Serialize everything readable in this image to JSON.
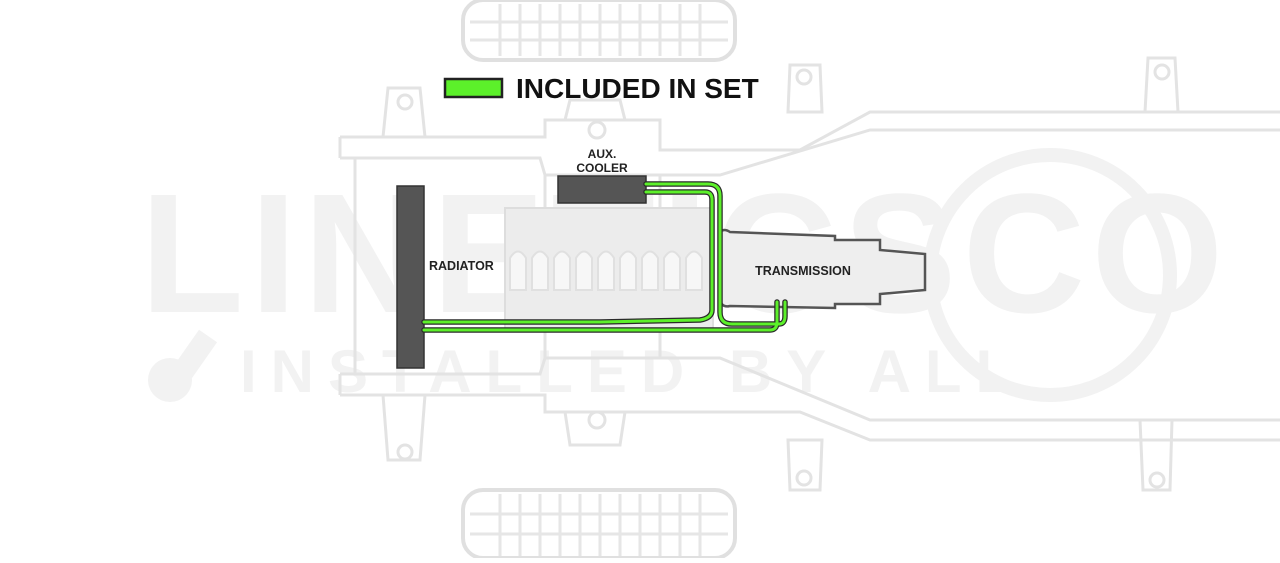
{
  "legend": {
    "label": "INCLUDED IN SET",
    "swatch_color": "#5cf02a"
  },
  "labels": {
    "radiator": "RADIATOR",
    "aux_line1": "AUX.",
    "aux_line2": "COOLER",
    "transmission": "TRANSMISSION"
  },
  "watermark": {
    "brand": "LINETICSCO",
    "tagline": "INSTALLED BY ALL"
  },
  "colors": {
    "frame_stroke": "#e3e3e3",
    "component_dark": "#555555",
    "component_light": "#eeeeee",
    "line_green": "#5cf02a",
    "watermark": "#f0f0f0"
  }
}
